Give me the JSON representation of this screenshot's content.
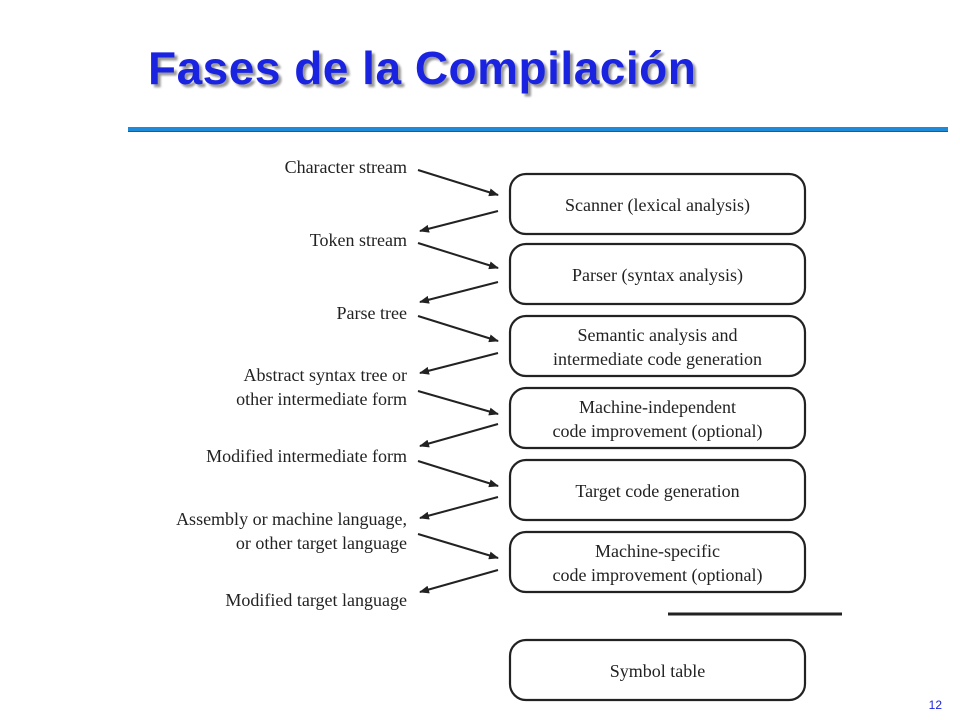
{
  "slide": {
    "title": "Fases de la Compilación",
    "page_number": "12"
  },
  "diagram": {
    "representations": [
      [
        "Character stream"
      ],
      [
        "Token stream"
      ],
      [
        "Parse tree"
      ],
      [
        "Abstract syntax tree or",
        "other intermediate form"
      ],
      [
        "Modified intermediate form"
      ],
      [
        "Assembly or machine language,",
        "or other target language"
      ],
      [
        "Modified target language"
      ]
    ],
    "phases": [
      [
        "Scanner (lexical analysis)"
      ],
      [
        "Parser (syntax analysis)"
      ],
      [
        "Semantic analysis and",
        "intermediate code generation"
      ],
      [
        "Machine-independent",
        "code improvement (optional)"
      ],
      [
        "Target code generation"
      ],
      [
        "Machine-specific",
        "code improvement (optional)"
      ]
    ],
    "symbol_table": "Symbol table"
  }
}
